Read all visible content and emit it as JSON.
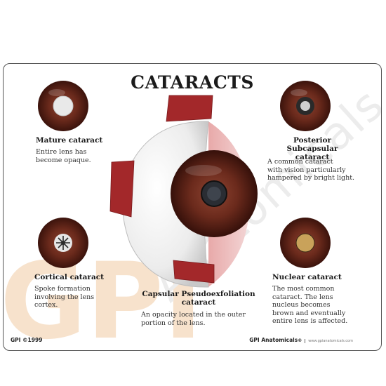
{
  "title": "CATARACTS",
  "panels": {
    "mature": {
      "label": "Mature cataract",
      "desc": [
        "Entire lens has",
        "become opaque."
      ]
    },
    "posterior": {
      "label": [
        "Posterior Subcapsular",
        "cataract"
      ],
      "desc": [
        "A common cataract",
        "with vision particularly",
        "hampered by bright light."
      ]
    },
    "cortical": {
      "label": "Cortical cataract",
      "desc": [
        "Spoke formation",
        "involving the lens",
        "cortex."
      ]
    },
    "nuclear": {
      "label": "Nuclear cataract",
      "desc": [
        "The most common",
        "cataract.  The lens",
        "nucleus becomes",
        "brown and eventually",
        "entire lens is affected."
      ]
    },
    "capsular": {
      "label": [
        "Capsular Pseudoexfoliation",
        "cataract"
      ],
      "desc": [
        "An opacity located in the outer",
        "portion of the lens."
      ]
    }
  },
  "footer": {
    "copyright": "GPI ©1999",
    "brand": "GPI Anatomicals",
    "brand_mark": "®",
    "url": "www.gpianatomicals.com"
  },
  "watermark": {
    "logo": "GPI",
    "text": "Anatomicals"
  },
  "colors": {
    "iris": "#6b2a1c",
    "muscle": "#a3282a",
    "sclera": "#f2f2f2",
    "pink": "#e8b4b4"
  }
}
